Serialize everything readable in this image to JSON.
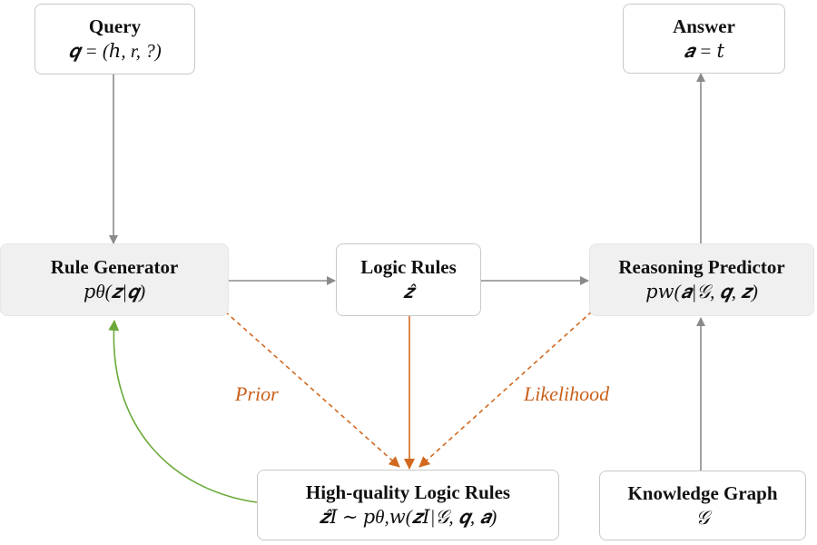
{
  "nodes": {
    "query": {
      "title": "Query",
      "formula": "𝒒 = (ℎ, r, ?)"
    },
    "answer": {
      "title": "Answer",
      "formula": "𝒂 = 𝑡"
    },
    "rule_generator": {
      "title": "Rule Generator",
      "formula": "𝑝θ(𝒛|𝒒)"
    },
    "logic_rules": {
      "title": "Logic Rules",
      "formula": "𝒛̂"
    },
    "reasoning_predictor": {
      "title": "Reasoning Predictor",
      "formula": "𝑝𝑤(𝒂|𝒢, 𝒒, 𝒛)"
    },
    "high_quality_rules": {
      "title": "High-quality Logic Rules",
      "formula": "𝒛̂𝐼 ∼ 𝑝θ,𝑤(𝒛𝐼|𝒢, 𝒒, 𝒂)"
    },
    "knowledge_graph": {
      "title": "Knowledge Graph",
      "formula": "𝒢"
    }
  },
  "edge_labels": {
    "prior": "Prior",
    "likelihood": "Likelihood"
  },
  "colors": {
    "arrow_gray": "#8a8a8a",
    "arrow_orange": "#d2691e",
    "arrow_green": "#6aaa3a",
    "label_orange": "#c8601b"
  }
}
